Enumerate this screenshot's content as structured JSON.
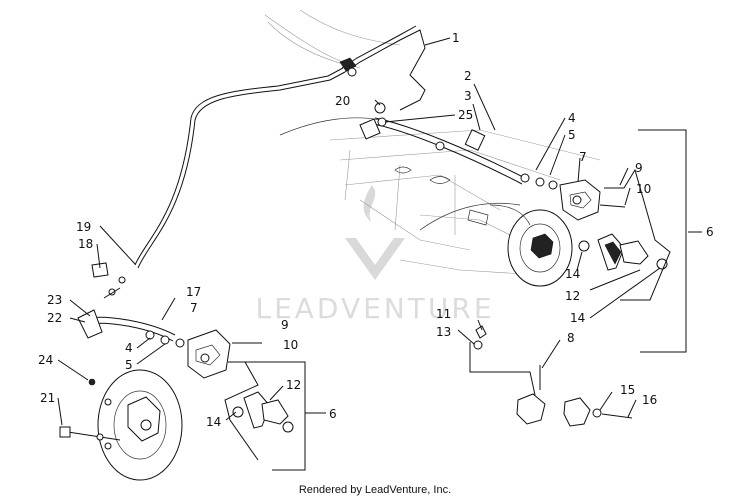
{
  "diagram": {
    "callouts": {
      "c1": "1",
      "c2": "2",
      "c3": "3",
      "c4a": "4",
      "c5a": "5",
      "c7a": "7",
      "c9a": "9",
      "c10a": "10",
      "c6a": "6",
      "c14a": "14",
      "c12a": "12",
      "c14b": "14",
      "c11": "11",
      "c13": "13",
      "c8": "8",
      "c15": "15",
      "c16": "16",
      "c20": "20",
      "c25": "25",
      "c19": "19",
      "c18": "18",
      "c23": "23",
      "c22": "22",
      "c17": "17",
      "c7b": "7",
      "c9b": "9",
      "c10b": "10",
      "c4b": "4",
      "c5b": "5",
      "c24": "24",
      "c21": "21",
      "c12b": "12",
      "c14c": "14",
      "c6b": "6"
    },
    "watermark": "LEADVENTURE"
  },
  "footer": {
    "text": "Rendered by LeadVenture, Inc."
  }
}
